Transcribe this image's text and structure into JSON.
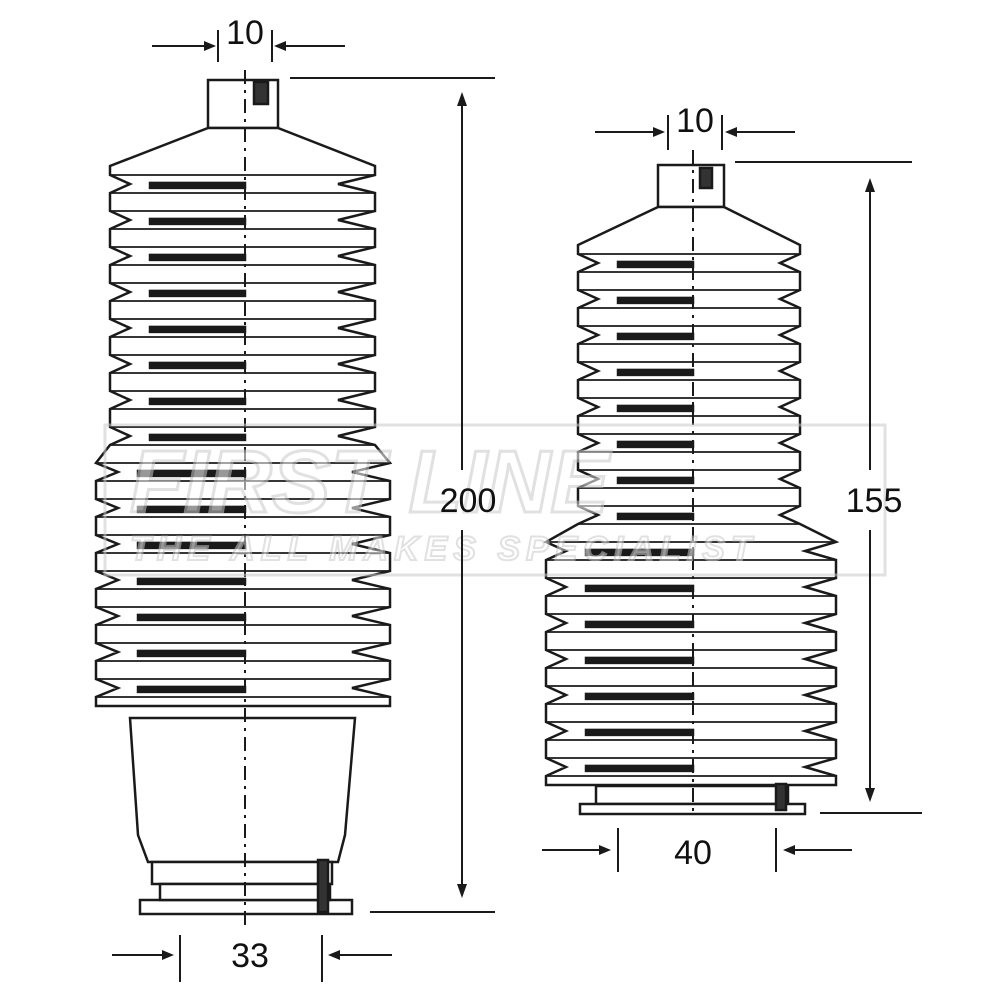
{
  "colors": {
    "line": "#1a1a1a",
    "boot_fill": "#ffffff",
    "boot_shade": "#333333",
    "watermark": "#c9c9c9"
  },
  "left_boot": {
    "top_width_label": "10",
    "height_label": "200",
    "bottom_width_label": "33"
  },
  "right_boot": {
    "top_width_label": "10",
    "height_label": "155",
    "bottom_width_label": "40"
  },
  "watermark": {
    "brand": "FIRST LINE",
    "tagline": "THE ALL MAKES SPECIALIST"
  }
}
